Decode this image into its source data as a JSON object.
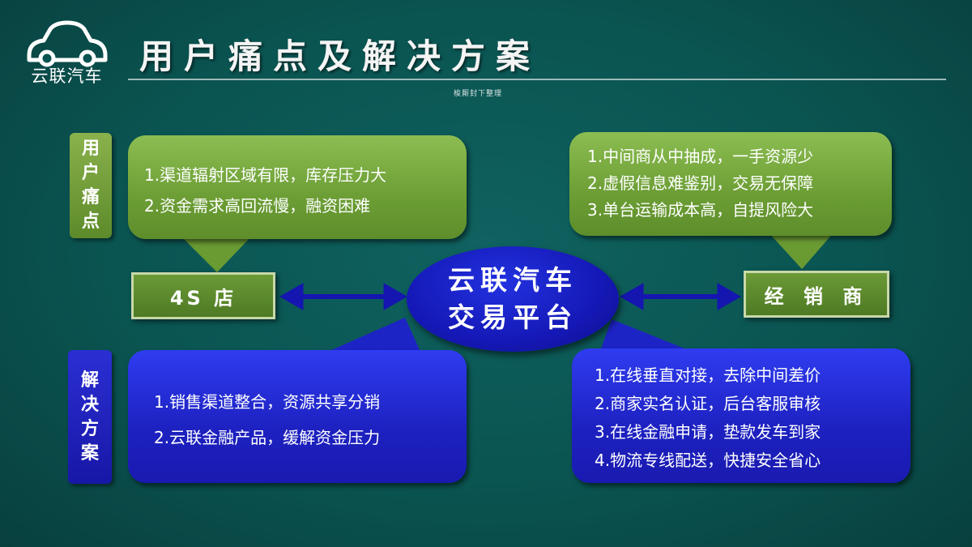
{
  "brand": {
    "name": "云联汽车"
  },
  "header": {
    "title": "用户痛点及解决方案",
    "subtitle": "梭厮封下整理"
  },
  "labels": {
    "pain_points": [
      "用",
      "户",
      "痛",
      "点"
    ],
    "solutions": [
      "解",
      "决",
      "方",
      "案"
    ]
  },
  "nodes": {
    "left": "4S 店",
    "right": "经 销 商"
  },
  "platform": {
    "line1": "云联汽车",
    "line2": "交易平台"
  },
  "pain_left": [
    "1.渠道辐射区域有限，库存压力大",
    "2.资金需求高回流慢，融资困难"
  ],
  "pain_right": [
    "1.中间商从中抽成，一手资源少",
    "2.虚假信息难鉴别，交易无保障",
    "3.单台运输成本高，自提风险大"
  ],
  "solution_left": [
    "1.销售渠道整合，资源共享分销",
    "2.云联金融产品，缓解资金压力"
  ],
  "solution_right": [
    "1.在线垂直对接，去除中间差价",
    "2.商家实名认证，后台客服审核",
    "3.在线金融申请，垫款发车到家",
    "4.物流专线配送，快捷安全省心"
  ],
  "colors": {
    "background": "#0a5451",
    "green": "#7aab40",
    "blue": "#1d21c0",
    "arrow": "#1515b0"
  },
  "icons": {
    "logo": "car-outline-icon"
  }
}
